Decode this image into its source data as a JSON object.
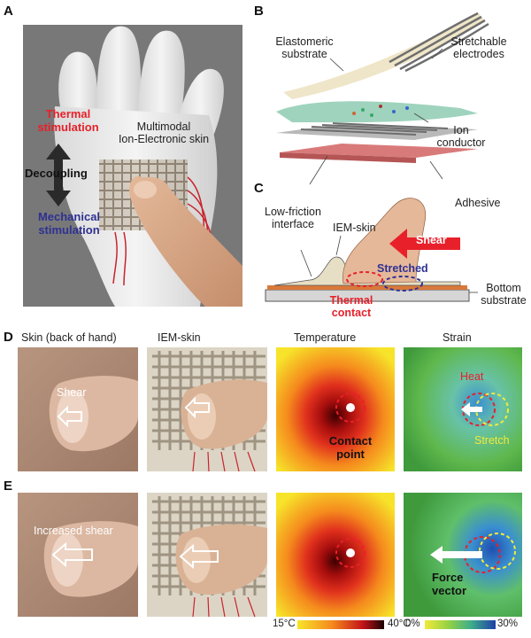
{
  "panels": {
    "a": "A",
    "b": "B",
    "c": "C",
    "d": "D",
    "e": "E"
  },
  "panel_a": {
    "thermal_line1": "Thermal",
    "thermal_line2": "stimulation",
    "decoupling": "Decoupling",
    "mechanical_line1": "Mechanical",
    "mechanical_line2": "stimulation",
    "skin_line1": "Multimodal",
    "skin_line2": "Ion-Electronic skin",
    "colors": {
      "thermal": "#e8202a",
      "mechanical": "#2e3192"
    }
  },
  "panel_b": {
    "elastomeric_line1": "Elastomeric",
    "elastomeric_line2": "substrate",
    "stretchable_line1": "Stretchable",
    "stretchable_line2": "electrodes",
    "ion_line1": "Ion",
    "ion_line2": "conductor",
    "adhesive": "Adhesive"
  },
  "panel_c": {
    "lowfriction_line1": "Low-friction",
    "lowfriction_line2": "interface",
    "ie_skin": "IEM-skin",
    "shear": "Shear",
    "stretched": "Stretched",
    "thermal_line1": "Thermal",
    "thermal_line2": "contact",
    "bottom_line1": "Bottom",
    "bottom_line2": "substrate"
  },
  "panel_d": {
    "col1": "Skin (back of hand)",
    "col2": "IEM-skin",
    "col3": "Temperature",
    "col4": "Strain",
    "shear": "Shear",
    "contact_line1": "Contact",
    "contact_line2": "point",
    "heat": "Heat",
    "stretch": "Stretch"
  },
  "panel_e": {
    "increased_shear": "Increased shear",
    "force_line1": "Force",
    "force_line2": "vector"
  },
  "colorbars": {
    "temp_min": "15°C",
    "temp_max": "40°C",
    "strain_min": "0%",
    "strain_max": "30%"
  }
}
